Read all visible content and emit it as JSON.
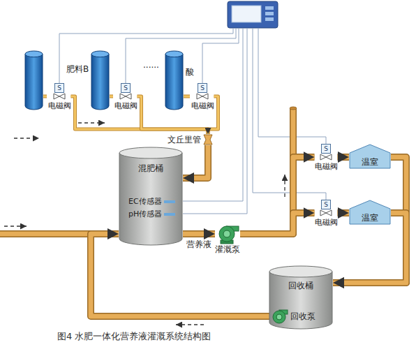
{
  "diagram": {
    "caption": "图4 水肥一体化营养液灌溉系统结构图",
    "nodes": [
      {
        "text": [
          "S",
          "电磁阀"
        ]
      },
      {
        "text": [
          "S",
          "电磁阀"
        ]
      },
      {
        "text": [
          "S",
          "电磁阀"
        ]
      },
      {
        "text": [
          "文丘里管"
        ]
      },
      {
        "text": [
          "混肥桶"
        ]
      },
      {
        "text": [
          "EC传感器"
        ],
        "in": 4
      },
      {
        "text": [
          "pH传感器"
        ],
        "in": 4
      },
      {
        "text": [
          "灌溉泵"
        ]
      },
      {
        "text": [
          "S",
          "电磁阀"
        ]
      },
      {
        "text": [
          "温室"
        ]
      },
      {
        "text": [
          "S",
          "电磁阀"
        ]
      },
      {
        "text": [
          "温室"
        ]
      },
      {
        "text": [
          "回收桶"
        ]
      },
      {
        "text": [
          "回收泵"
        ],
        "in": 12
      }
    ],
    "edges": [
      {
        "from": 0,
        "to": 3,
        "arrow": "to"
      },
      {
        "from": 1,
        "to": 3,
        "arrow": "to"
      },
      {
        "from": 2,
        "to": 3,
        "arrow": "to"
      },
      {
        "from": 3,
        "to": 4,
        "arrow": "to"
      },
      {
        "from": 4,
        "to": 7,
        "label": "营养液",
        "arrow": "to"
      },
      {
        "from": 7,
        "to": 8,
        "arrow": "to"
      },
      {
        "from": 7,
        "to": 10,
        "arrow": "to"
      },
      {
        "from": 8,
        "to": 9,
        "arrow": "to"
      },
      {
        "from": 10,
        "to": 11,
        "arrow": "to"
      },
      {
        "from": 9,
        "to": 12,
        "arrow": "to"
      },
      {
        "from": 11,
        "to": 12,
        "arrow": "to"
      },
      {
        "from": 13,
        "to": 4,
        "arrow": "to"
      }
    ],
    "labels": [
      "肥料B",
      "......",
      "酸"
    ]
  }
}
